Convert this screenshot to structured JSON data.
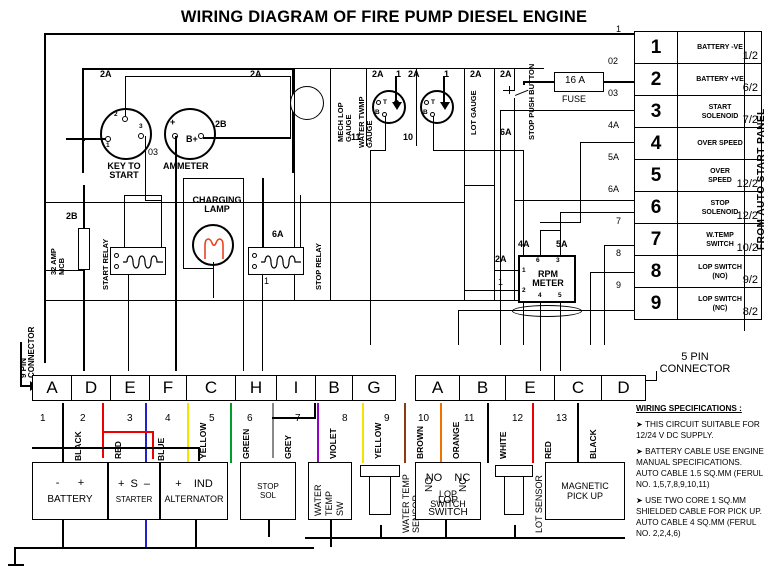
{
  "title": "WIRING DIAGRAM OF FIRE PUMP DIESEL ENGINE",
  "panel": {
    "side_label": "FROM AUTO START PANEL",
    "rows": [
      {
        "no": "1",
        "desc": "BATTERY -VE",
        "frac": "1/2",
        "wire": "1"
      },
      {
        "no": "2",
        "desc": "BATTERY +VE",
        "frac": "6/2",
        "wire": "02"
      },
      {
        "no": "3",
        "desc": "START\nSOLENOID",
        "frac": "7/2",
        "wire": "03"
      },
      {
        "no": "4",
        "desc": "OVER SPEED",
        "frac": "",
        "wire": "4A"
      },
      {
        "no": "5",
        "desc": "OVER\nSPEED",
        "frac": "12/2",
        "wire": "5A"
      },
      {
        "no": "6",
        "desc": "STOP\nSOLENOID",
        "frac": "12/2",
        "wire": "6A"
      },
      {
        "no": "7",
        "desc": "W.TEMP\nSWITCH",
        "frac": "10/2",
        "wire": "7"
      },
      {
        "no": "8",
        "desc": "LOP SWITCH\n(NO)",
        "frac": "9/2",
        "wire": "8"
      },
      {
        "no": "9",
        "desc": "LOP SWITCH\n(NC)",
        "frac": "8/2",
        "wire": "9"
      }
    ]
  },
  "components": {
    "key_switch": {
      "label": "KEY TO\nSTART",
      "terminals": [
        "1",
        "2",
        "3"
      ],
      "tag_03": "03"
    },
    "ammeter": {
      "label": "AMMETER",
      "plus": "+",
      "bplus": "B+"
    },
    "mech_lop_gauge": {
      "label": "MECH LOP\nGAUGE"
    },
    "water_temp_gauge": {
      "label": "WATER TWMP\nGAUGE",
      "t": "T",
      "b": "B",
      "wire": "11",
      "top_no": "1"
    },
    "lot_gauge": {
      "label": "LOT GAUGE",
      "t": "T",
      "b": "B",
      "wire": "10",
      "top_no": "1"
    },
    "stop_push_button": {
      "label": "STOP PUSH BUTTON",
      "wire": "6A"
    },
    "fuse": {
      "rating": "16 A",
      "label": "FUSE"
    },
    "mcb": {
      "label": "32 AMP\nMCB",
      "wire": "2B"
    },
    "start_relay": {
      "label": "START RELAY"
    },
    "stop_relay": {
      "label": "STOP RELAY",
      "wire": "6A",
      "pin": "1"
    },
    "charging_lamp": {
      "label": "CHARGING\nLAMP"
    },
    "rpm_meter": {
      "label": "RPM\nMETER",
      "terminals": [
        "1",
        "2",
        "6",
        "3",
        "4",
        "5"
      ],
      "wires": [
        "2A",
        "4A",
        "5A",
        "1"
      ]
    }
  },
  "wire_tags": {
    "t1": "2A",
    "t2": "2A",
    "t3": "2A",
    "t4": "2A",
    "t5": "2A",
    "t6": "2A",
    "t7": "2A",
    "t8": "2B",
    "t9": "2B",
    "t10": "2A",
    "t11": "6A",
    "t12": "1"
  },
  "connectors": {
    "left": "9 PIN\nCONNECTOR",
    "right": "5 PIN\nCONNECTOR"
  },
  "strip": {
    "letters_left": [
      "A",
      "D",
      "E",
      "F",
      "C",
      "H",
      "I",
      "B",
      "G"
    ],
    "letters_right": [
      "A",
      "B",
      "E",
      "C",
      "D"
    ],
    "numbers": [
      "1",
      "2",
      "3",
      "4",
      "5",
      "6",
      "7",
      "8",
      "9",
      "10",
      "11",
      "12",
      "13"
    ],
    "wire_colors": [
      {
        "name": "BLACK",
        "hex": "#000000"
      },
      {
        "name": "RED",
        "hex": "#ee0000"
      },
      {
        "name": "BLUE",
        "hex": "#2222cc"
      },
      {
        "name": "YELLOW",
        "hex": "#f2e400"
      },
      {
        "name": "GREEN",
        "hex": "#009d2a"
      },
      {
        "name": "GREY",
        "hex": "#888888"
      },
      {
        "name": "VIOLET",
        "hex": "#9400c8"
      },
      {
        "name": "YELLOW",
        "hex": "#f2e400"
      },
      {
        "name": "BROWN",
        "hex": "#8a3b10"
      },
      {
        "name": "ORANGE",
        "hex": "#f07000"
      },
      {
        "name": "WHITE",
        "hex": "#000000"
      },
      {
        "name": "RED",
        "hex": "#ee0000"
      },
      {
        "name": "BLACK",
        "hex": "#000000"
      }
    ]
  },
  "devices": [
    {
      "name": "BATTERY",
      "pins": "-      +",
      "kind": "box"
    },
    {
      "name": "STARTER",
      "pins": "+  S  –",
      "kind": "box"
    },
    {
      "name": "ALTERNATOR",
      "pins": "+    IND",
      "kind": "box"
    },
    {
      "name": "STOP\nSOL",
      "pins": "",
      "kind": "box"
    },
    {
      "name": "WATER\nTEMP\nSW",
      "pins": "",
      "kind": "rot"
    },
    {
      "name": "WATER TEMP\nSENSOR",
      "pins": "",
      "kind": "sensor"
    },
    {
      "name": "LOP\nSWITCH",
      "pins": "NO    NC",
      "kind": "box"
    },
    {
      "name": "LOT SENSOR",
      "pins": "",
      "kind": "sensor"
    },
    {
      "name": "MAGNETIC\nPICK UP",
      "pins": "",
      "kind": "box"
    }
  ],
  "specifications": {
    "heading": "WIRING SPECIFICATIONS :",
    "items": [
      "➤ THIS CIRCUIT SUITABLE FOR 12/24 V DC SUPPLY.",
      "➤ BATTERY CABLE USE ENGINE MANUAL SPECIFICATIONS. AUTO CABLE 1.5 SQ.MM (FERUL NO. 1,5,7,8,9,10,11)",
      "➤ USE TWO CORE 1 SQ.MM SHIELDED CABLE FOR PICK UP. AUTO CABLE 4 SQ.MM (FERUL NO. 2,2,4,6)"
    ]
  }
}
